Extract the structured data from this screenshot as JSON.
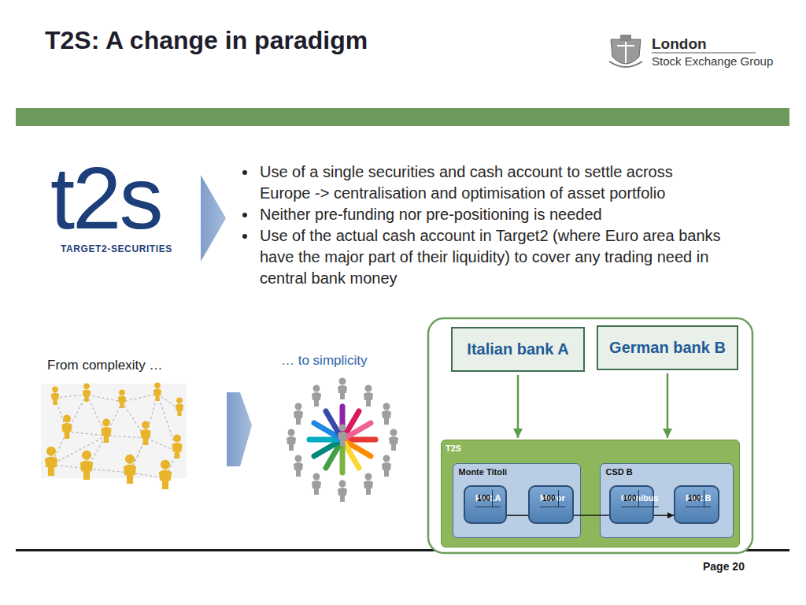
{
  "diagram": {
    "title": "T2S: A change in paradigm",
    "nodes": [
      {
        "text": [
          "Italian bank A"
        ]
      },
      {
        "text": [
          "German bank B"
        ]
      },
      {
        "text": [
          "T2S"
        ]
      },
      {
        "text": [
          "Monte Titoli"
        ],
        "in": 2
      },
      {
        "text": [
          "CSD B"
        ],
        "in": 2
      },
      {
        "text": [
          "Part.A",
          "100"
        ],
        "in": 3
      },
      {
        "text": [
          "Mirror",
          "100"
        ],
        "in": 3
      },
      {
        "text": [
          "Omnibus",
          "100"
        ],
        "in": 4
      },
      {
        "text": [
          "Part.B",
          "100"
        ],
        "in": 4
      }
    ],
    "edges": [
      {
        "from": 0,
        "to": 2,
        "arrow": "to"
      },
      {
        "from": 1,
        "to": 2,
        "arrow": "to"
      },
      {
        "from": 5,
        "to": 6,
        "arrow": "none"
      },
      {
        "from": 6,
        "to": 7,
        "arrow": "none"
      },
      {
        "from": 7,
        "to": 8,
        "arrow": "to"
      }
    ],
    "labels": [
      "London",
      "Stock Exchange Group",
      "t2s",
      "TARGET2-SECURITIES",
      "Use of a single securities and cash account to settle across Europe -> centralisation and optimisation of asset portfolio",
      "Neither pre-funding nor pre-positioning is needed",
      "Use of the actual cash account in Target2 (where Euro area banks have the major part of their liquidity) to cover any trading need in central bank money",
      "From complexity …",
      "… to simplicity",
      "Page 20"
    ]
  }
}
